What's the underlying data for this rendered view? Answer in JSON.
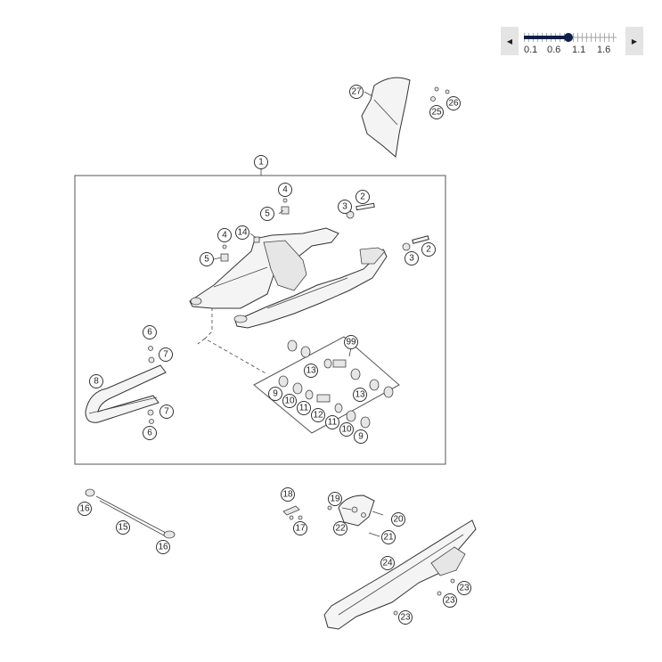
{
  "zoom": {
    "left_icon": "triangle-left-icon",
    "right_icon": "triangle-right-icon",
    "left_glyph": "◀",
    "right_glyph": "▶",
    "tick_labels": [
      "0.1",
      "0.6",
      "1.1",
      "1.6"
    ],
    "value": 1.1,
    "accent_color": "#0d1f4b"
  },
  "callouts": {
    "c1": "1",
    "c2a": "2",
    "c2b": "2",
    "c3a": "3",
    "c3b": "3",
    "c4a": "4",
    "c4b": "4",
    "c5a": "5",
    "c5b": "5",
    "c6a": "6",
    "c6b": "6",
    "c7a": "7",
    "c7b": "7",
    "c8": "8",
    "c9a": "9",
    "c9b": "9",
    "c10a": "10",
    "c10b": "10",
    "c11a": "11",
    "c11b": "11",
    "c12": "12",
    "c13a": "13",
    "c13b": "13",
    "c14": "14",
    "c15": "15",
    "c16a": "16",
    "c16b": "16",
    "c17": "17",
    "c18": "18",
    "c19": "19",
    "c20": "20",
    "c21": "21",
    "c22": "22",
    "c23a": "23",
    "c23b": "23",
    "c23c": "23",
    "c24": "24",
    "c25": "25",
    "c26": "26",
    "c27": "27",
    "c99": "99"
  }
}
